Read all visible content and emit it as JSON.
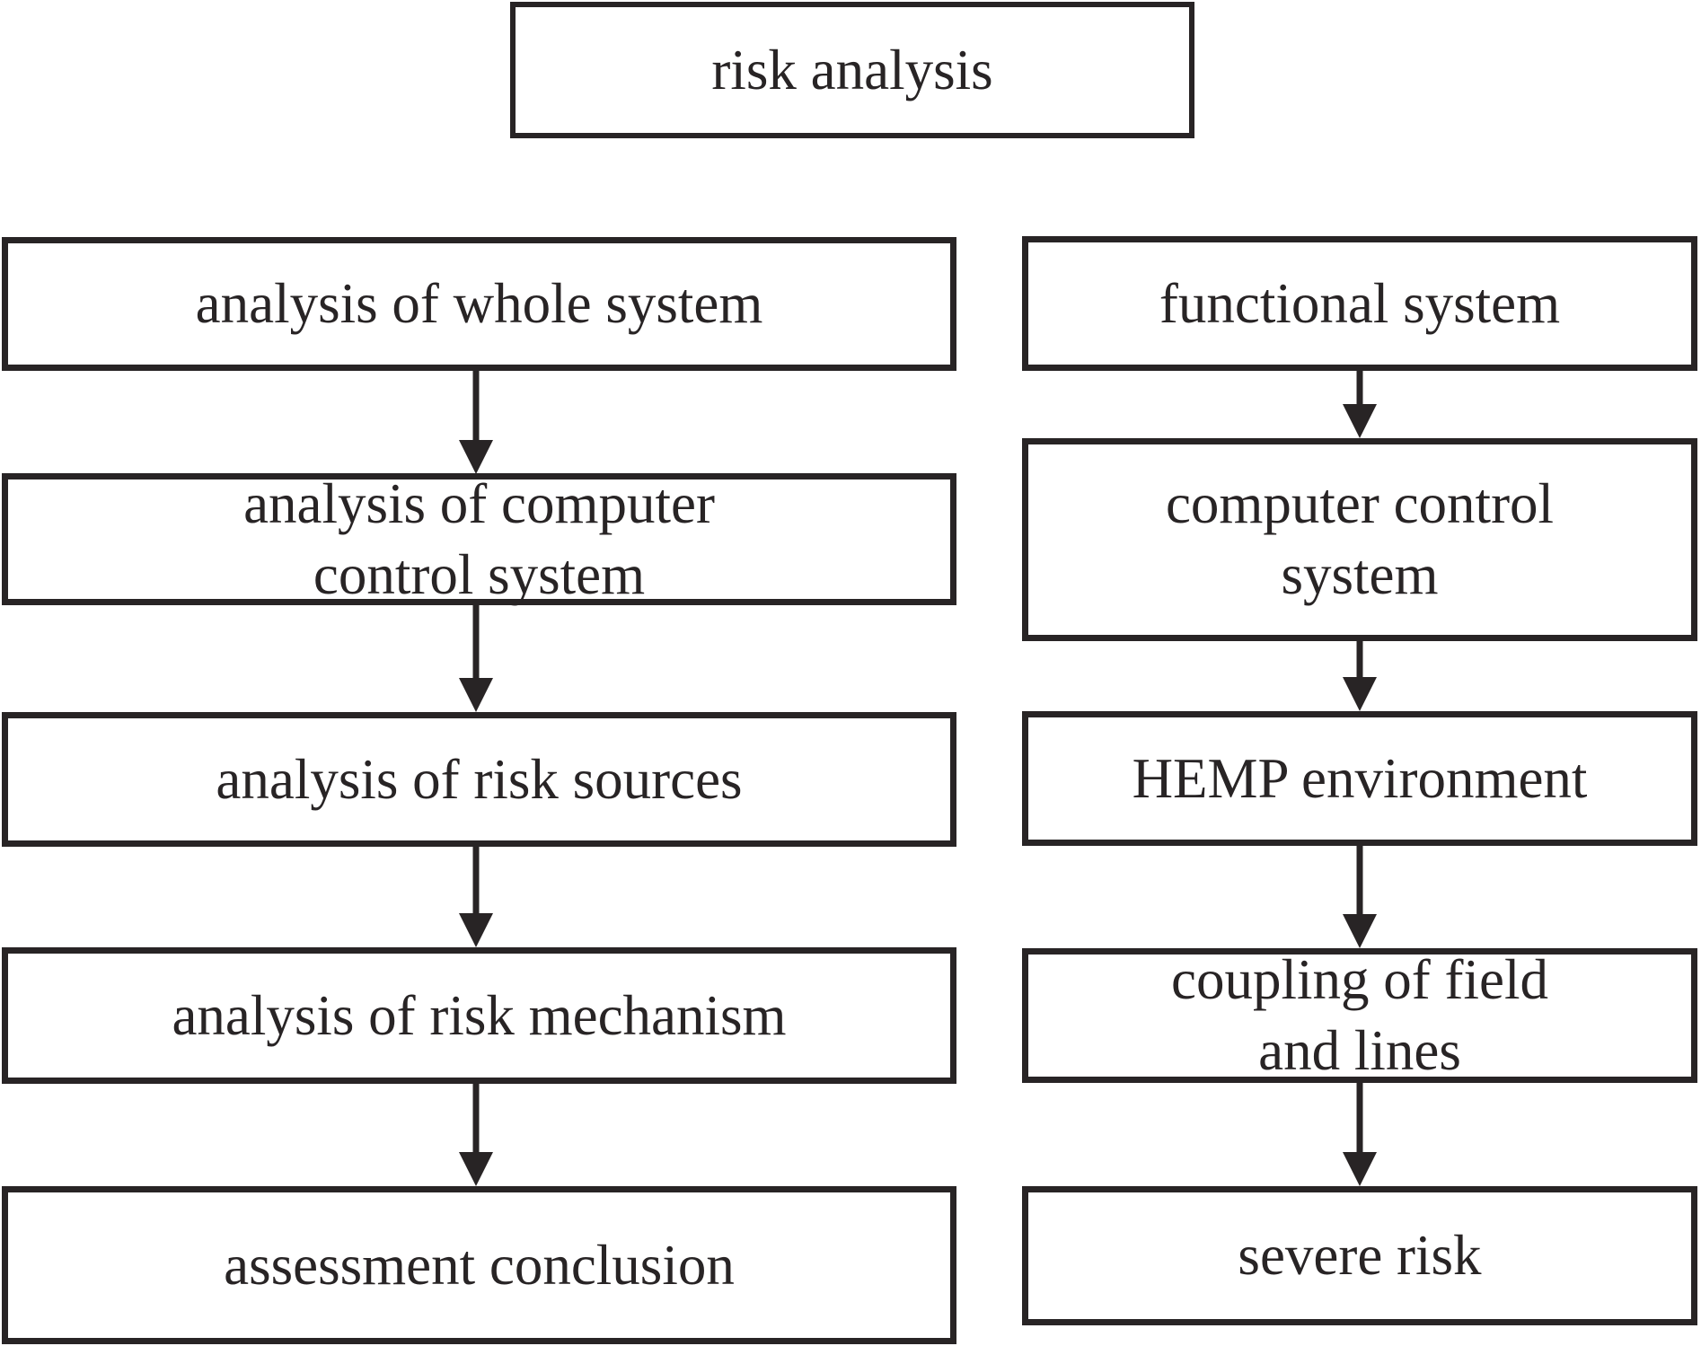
{
  "figure": {
    "title_box": {
      "label": "risk analysis"
    },
    "columns": {
      "left": {
        "boxes": [
          {
            "label": "analysis of whole system"
          },
          {
            "label": "analysis of computer\ncontrol system"
          },
          {
            "label": "analysis of risk sources"
          },
          {
            "label": "analysis of risk mechanism"
          },
          {
            "label": "assessment conclusion"
          }
        ]
      },
      "right": {
        "boxes": [
          {
            "label": "functional system"
          },
          {
            "label": "computer control\nsystem"
          },
          {
            "label": "HEMP environment"
          },
          {
            "label": "coupling of field\nand lines"
          },
          {
            "label": "severe risk"
          }
        ]
      }
    },
    "colors": {
      "ink": "#282425",
      "background": "#ffffff"
    }
  }
}
